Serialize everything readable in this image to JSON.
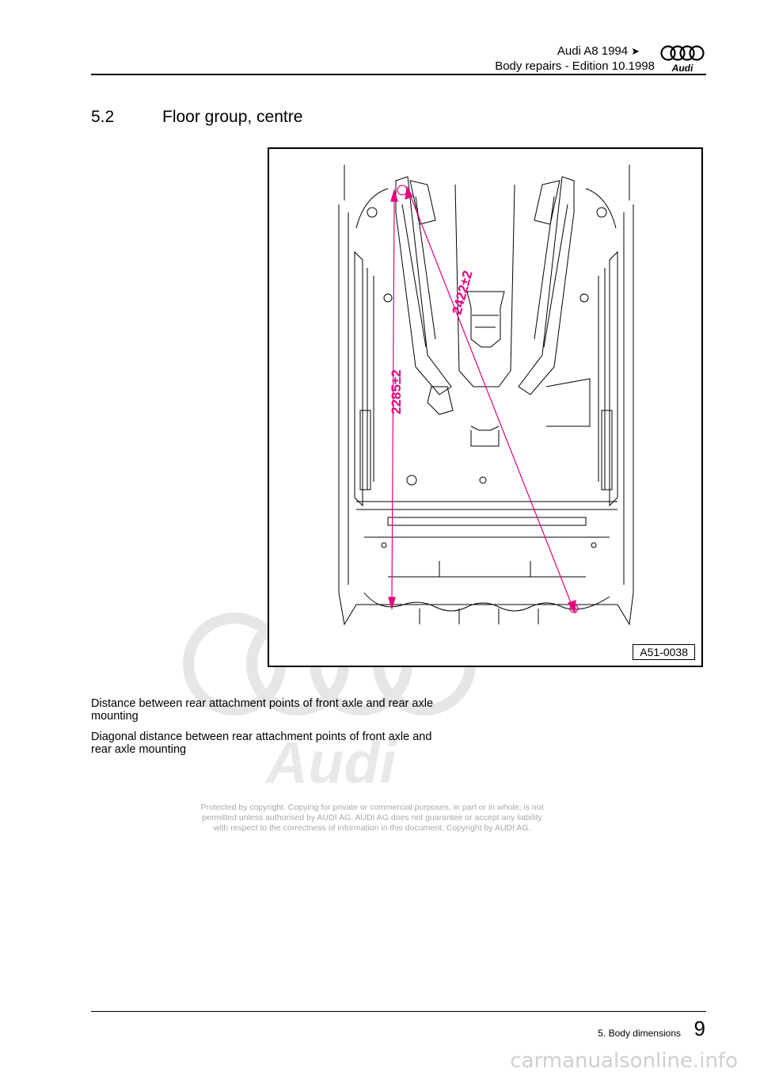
{
  "header": {
    "title": "Audi A8 1994",
    "arrow": "➤",
    "edition": "Body repairs - Edition 10.1998",
    "logo_text": "Audi"
  },
  "section": {
    "number": "5.2",
    "title": "Floor group, centre"
  },
  "figure": {
    "code": "A51-0038",
    "dim_longitudinal": "2285±2",
    "dim_diagonal": "2422±2",
    "dimension_color": "#e6007e"
  },
  "descriptions": [
    "Distance between rear attachment points of front axle and rear axle mounting",
    "Diagonal distance between rear attachment points of front axle and rear axle mounting"
  ],
  "copyright": [
    "Protected by copyright. Copying for private or commercial purposes, in part or in whole, is not",
    "permitted unless authorised by AUDI AG. AUDI AG does not guarantee or accept any liability",
    "with respect to the correctness of information in this document. Copyright by AUDI AG."
  ],
  "watermark_text": "Audi",
  "footer": {
    "chapter": "5. Body dimensions",
    "page": "9",
    "site": "carmanualsonline.info"
  }
}
